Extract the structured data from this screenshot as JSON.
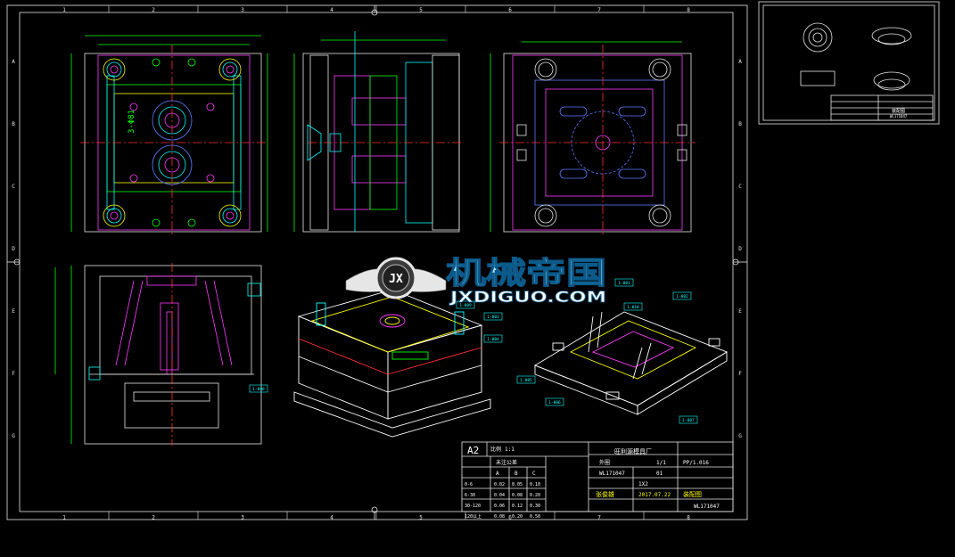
{
  "sheet": {
    "columns": [
      "1",
      "2",
      "3",
      "4",
      "5",
      "6",
      "7",
      "8"
    ],
    "rows": [
      "A",
      "B",
      "C",
      "D",
      "E",
      "F",
      "G"
    ]
  },
  "watermark": {
    "logo_text": "JX",
    "cn": "机械帝国",
    "en": "JXDIGUO.COM"
  },
  "dimensions": {
    "top_left": "3-Φ81"
  },
  "title_block": {
    "size": "A2",
    "tolerance_header": "未注公差",
    "scale_label": "比例",
    "scale_value": "1:1",
    "company": "旺利源模具厂",
    "grades": [
      "A",
      "B",
      "C"
    ],
    "rows": [
      [
        "0-6",
        "0.02",
        "0.05",
        "0.10"
      ],
      [
        "6-30",
        "0.04",
        "0.08",
        "0.20"
      ],
      [
        "30-120",
        "0.06",
        "0.12",
        "0.30"
      ],
      [
        "120以上",
        "0.08",
        "0.20",
        "0.50"
      ]
    ],
    "fields": {
      "part_name": "外圈",
      "mold_no": "WL171047",
      "cavity": "1X2",
      "material": "PP/1.016",
      "designer": "张俊雄",
      "date": "2017.07.22",
      "drawing_title": "装配图",
      "mold_no_full": "WL171047",
      "shrink": "1.016",
      "revision": "01",
      "sheet": "1/1"
    }
  },
  "thumbnail": {
    "title": "装配图",
    "code": "WL171047"
  },
  "balloons": [
    "1-001",
    "1-002",
    "1-003",
    "1-004",
    "1-005",
    "1-006",
    "1-007",
    "1-008",
    "1-009",
    "1-010"
  ]
}
